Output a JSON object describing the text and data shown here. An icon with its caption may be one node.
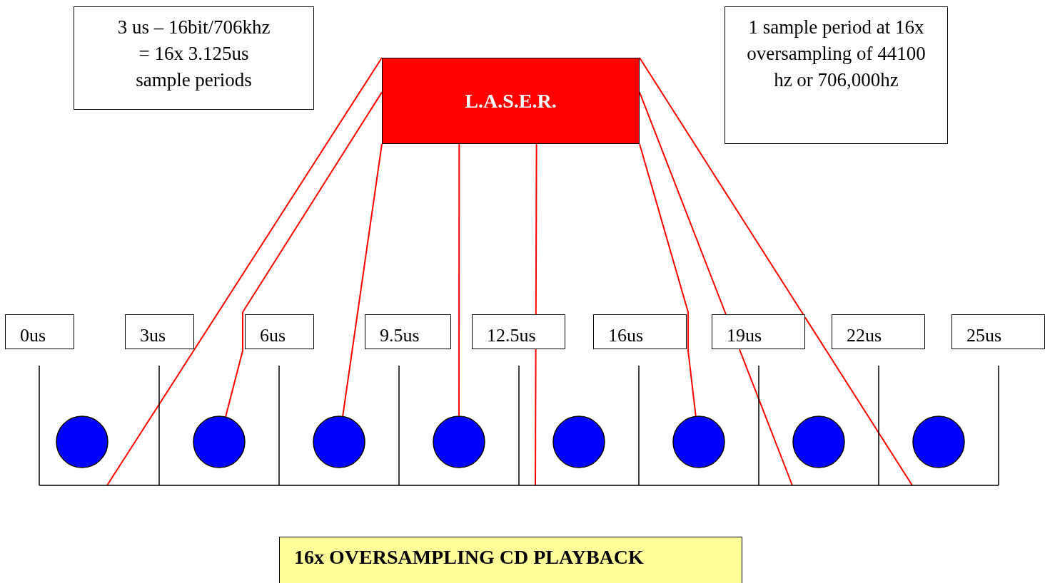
{
  "diagram": {
    "title": "16x OVERSAMPLING CD PLAYBACK",
    "nodes": [
      {
        "text": [
          "3 us – 16bit/706khz = 16x 3.125us sample periods"
        ]
      },
      {
        "text": [
          "L.A.S.E.R."
        ]
      },
      {
        "text": [
          "1 sample period at 16x oversampling of 44100 hz or 706,000hz"
        ]
      },
      {
        "text": [
          "0us"
        ]
      },
      {
        "text": [
          "3us"
        ]
      },
      {
        "text": [
          "6us"
        ]
      },
      {
        "text": [
          "9.5us"
        ]
      },
      {
        "text": [
          "12.5us"
        ]
      },
      {
        "text": [
          "16us"
        ]
      },
      {
        "text": [
          "19us"
        ]
      },
      {
        "text": [
          "22us"
        ]
      },
      {
        "text": [
          "25us"
        ]
      },
      {
        "text": [],
        "shape": "circle"
      },
      {
        "text": [],
        "shape": "circle"
      },
      {
        "text": [],
        "shape": "circle"
      },
      {
        "text": [],
        "shape": "circle"
      },
      {
        "text": [],
        "shape": "circle"
      },
      {
        "text": [],
        "shape": "circle"
      },
      {
        "text": [],
        "shape": "circle"
      },
      {
        "text": [],
        "shape": "circle"
      }
    ],
    "edges": [
      {
        "from": 1,
        "to": null,
        "arrow": "none",
        "color": "#ff0000"
      },
      {
        "from": 1,
        "to": 13,
        "arrow": "none",
        "color": "#ff0000"
      },
      {
        "from": 1,
        "to": 14,
        "arrow": "none",
        "color": "#ff0000"
      },
      {
        "from": 1,
        "to": 15,
        "arrow": "none",
        "color": "#ff0000"
      },
      {
        "from": 1,
        "to": null,
        "arrow": "none",
        "color": "#ff0000"
      },
      {
        "from": 1,
        "to": 17,
        "arrow": "none",
        "color": "#ff0000"
      },
      {
        "from": 1,
        "to": null,
        "arrow": "none",
        "color": "#ff0000"
      },
      {
        "from": 1,
        "to": null,
        "arrow": "none",
        "color": "#ff0000"
      }
    ]
  }
}
